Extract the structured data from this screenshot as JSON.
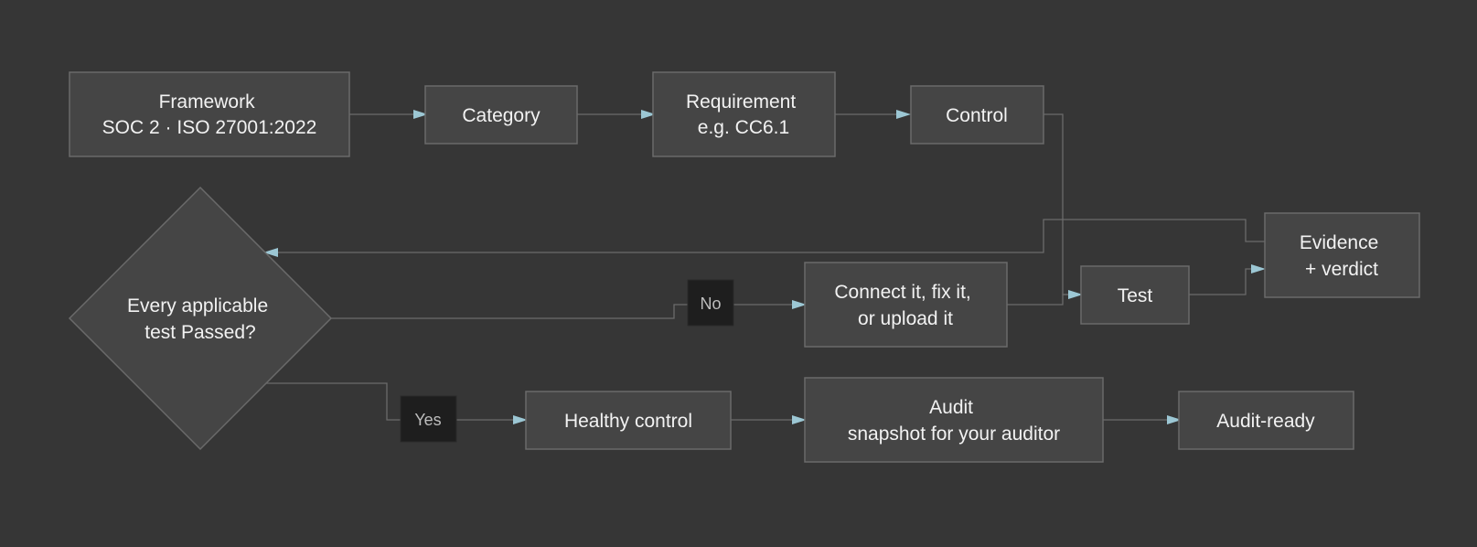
{
  "diagram": {
    "nodes": {
      "framework": [
        "Framework",
        "SOC 2 · ISO 27001:2022"
      ],
      "category": [
        "Category"
      ],
      "requirement": [
        "Requirement",
        "e.g. CC6.1"
      ],
      "control": [
        "Control"
      ],
      "evidence": [
        "Evidence",
        "+ verdict"
      ],
      "decision": [
        "Every applicable",
        "test Passed?"
      ],
      "connect": [
        "Connect it, fix it,",
        "or upload it"
      ],
      "test": [
        "Test"
      ],
      "healthy": [
        "Healthy control"
      ],
      "audit": [
        "Audit",
        "snapshot for your auditor"
      ],
      "ready": [
        "Audit-ready"
      ]
    },
    "edge_labels": {
      "no": "No",
      "yes": "Yes"
    },
    "colors": {
      "background": "#363636",
      "node_fill": "#454545",
      "node_stroke": "#6a6a6a",
      "edge": "#6b6b6b",
      "arrowhead": "#9cc7d4",
      "label_box": "#1e1e1e"
    }
  }
}
